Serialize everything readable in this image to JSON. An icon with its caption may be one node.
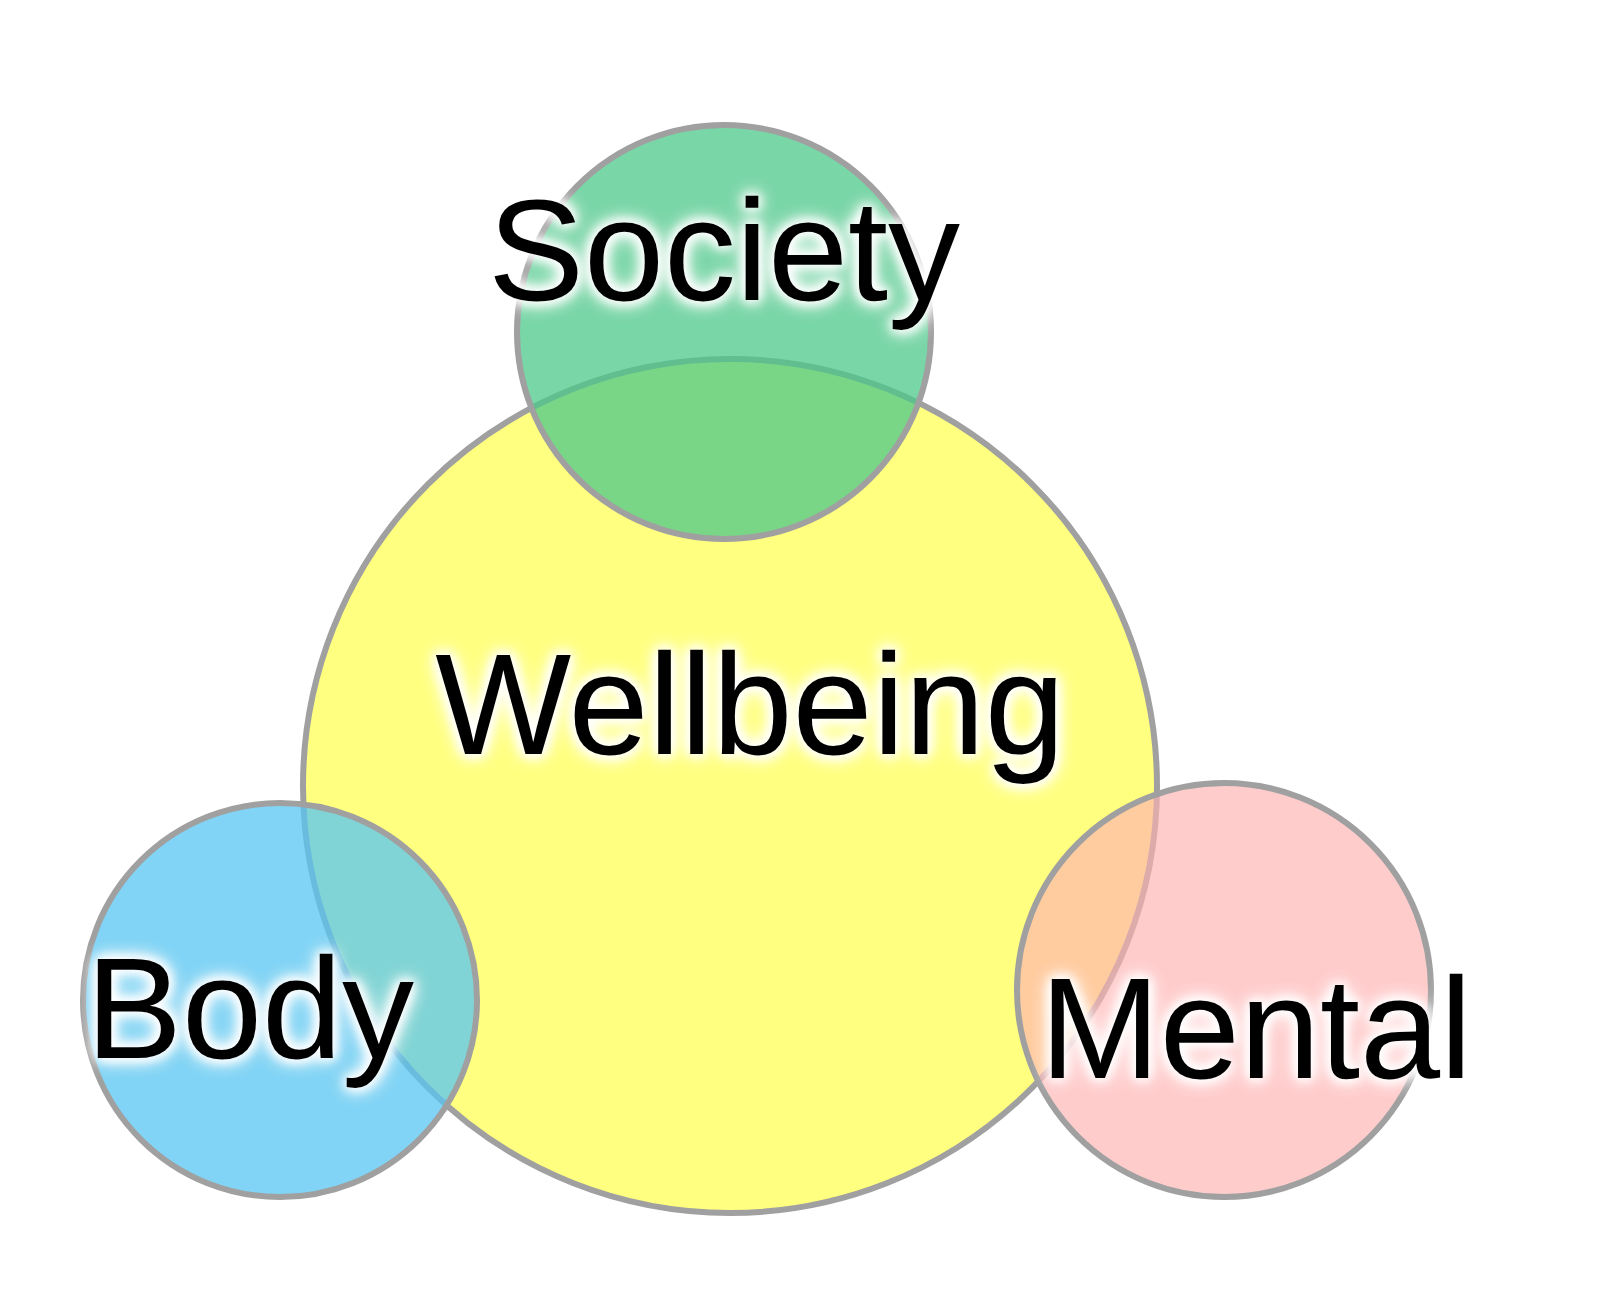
{
  "diagram": {
    "nodes": [
      {
        "text": [
          "Society"
        ]
      },
      {
        "text": [
          "Wellbeing"
        ]
      },
      {
        "text": [
          "Body"
        ]
      },
      {
        "text": [
          "Mental"
        ]
      }
    ]
  }
}
